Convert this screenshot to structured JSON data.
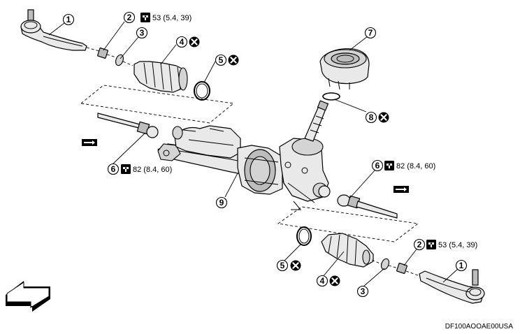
{
  "callouts": [
    {
      "num": "1"
    },
    {
      "num": "2"
    },
    {
      "num": "3"
    },
    {
      "num": "4"
    },
    {
      "num": "5"
    },
    {
      "num": "6"
    },
    {
      "num": "7"
    },
    {
      "num": "8"
    },
    {
      "num": "9"
    },
    {
      "num": "6"
    },
    {
      "num": "5"
    },
    {
      "num": "4"
    },
    {
      "num": "3"
    },
    {
      "num": "2"
    },
    {
      "num": "1"
    }
  ],
  "torque": {
    "tie_rod_end_nut": "53 (5.4, 39)",
    "inner_socket": "82 (8.4, 60)"
  },
  "symbols": {
    "torque_icon": "torque-wrench-icon",
    "replace_icon": "do-not-reuse-icon",
    "grease_icon": "grease-application-icon",
    "front_arrow": "vehicle-front-arrow-icon"
  },
  "figure_code": "DF100AOOAE00USA"
}
